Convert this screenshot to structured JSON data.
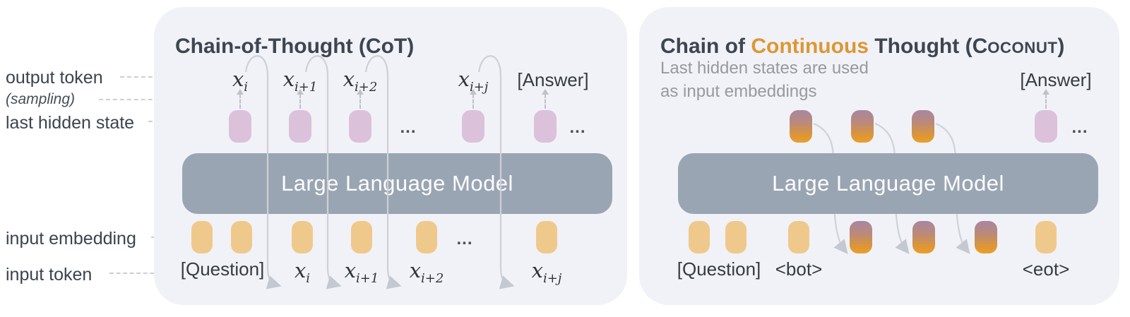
{
  "row_labels": {
    "output_token": "output token",
    "sampling": "(sampling)",
    "last_hidden_state": "last hidden state",
    "input_embedding": "input embedding",
    "input_token": "input token"
  },
  "left_panel": {
    "title": "Chain-of-Thought (CoT)",
    "llm_label": "Large Language Model",
    "answer_label": "[Answer]",
    "question_label": "[Question]",
    "ellipsis": "...",
    "output_tokens": [
      {
        "base": "x",
        "sub": "i"
      },
      {
        "base": "x",
        "sub": "i+1"
      },
      {
        "base": "x",
        "sub": "i+2"
      },
      {
        "base": "x",
        "sub": "i+j"
      }
    ],
    "input_tokens": [
      {
        "base": "x",
        "sub": "i"
      },
      {
        "base": "x",
        "sub": "i+1"
      },
      {
        "base": "x",
        "sub": "i+2"
      },
      {
        "base": "x",
        "sub": "i+j"
      }
    ]
  },
  "right_panel": {
    "title_prefix": "Chain of ",
    "title_highlight": "Continuous",
    "title_mid": " Thought (",
    "coconut_cap": "C",
    "coconut_small": "OCONUT",
    "title_suffix": ")",
    "subtitle_line1": "Last hidden states are used",
    "subtitle_line2": "as input embeddings",
    "llm_label": "Large Language Model",
    "answer_label": "[Answer]",
    "question_label": "[Question]",
    "bot_label": "<bot>",
    "eot_label": "<eot>",
    "ellipsis": "..."
  },
  "colors": {
    "panel_background": "#f1f2f7",
    "llm_box": "#9aa5b3",
    "hidden_state_pink": "#dcc1db",
    "embedding_yellow": "#efc98c",
    "continuous_gradient_top": "#a886a3",
    "continuous_gradient_bottom": "#e89f2e",
    "title_text": "#3e4551",
    "accent_orange": "#dd9733",
    "arrow_gray": "#c9cdd4"
  }
}
